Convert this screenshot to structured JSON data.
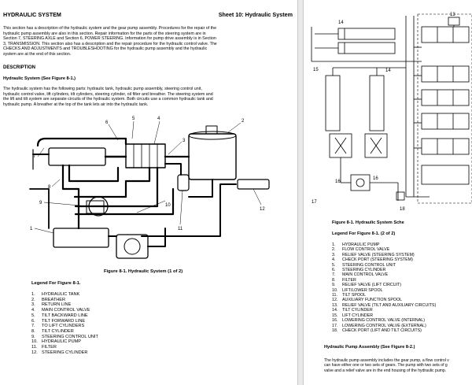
{
  "left_page": {
    "header_left": "HYDRAULIC SYSTEM",
    "header_right": "Sheet 10: Hydraulic System",
    "intro": [
      "This section has a description of the hydraulic system and the gear pump assembly. Procedures for the repair of the",
      "hydraulic pump assembly are also in this section. Repair information for the parts of the steering system are in",
      "Section 7, STEERING AXLE and Section 6, POWER STEERING. Information for pump drive assembly is in Section",
      "3, TRANSMISSION. This section also has a description and the repair procedure for the hydraulic control valve. The",
      "CHECKS AND ADJUSTMENTS and TROUBLESHOOTING for the hydraulic pump assembly and the hydraulic",
      "system are at the end of this section."
    ],
    "description_heading": "DESCRIPTION",
    "sub_heading": "Hydraulic System (See Figure 8-1.)",
    "desc": [
      "The hydraulic system has the following parts: hydraulic tank, hydraulic pump assembly, steering control unit,",
      "hydraulic control valve, lift cylinders, tilt cylinders, steering cylinder, oil filter and breather. The steering system and",
      "the lift and tilt system are separate circuits of the hydraulic system. Both circuits use a common hydraulic tank and",
      "hydraulic pump. A breather at the top of the tank lets air into the hydraulic tank."
    ],
    "callouts": [
      "1",
      "2",
      "3",
      "4",
      "5",
      "6",
      "7",
      "8",
      "9",
      "10",
      "11",
      "12"
    ],
    "figure_caption": "Figure 8-1. Hydraulic System (1 of 2)",
    "legend_title": "Legend For Figure 8-1.",
    "legend": [
      {
        "n": "1.",
        "t": "HYDRAULIC TANK"
      },
      {
        "n": "2.",
        "t": "BREATHER"
      },
      {
        "n": "3.",
        "t": "RETURN LINE"
      },
      {
        "n": "4.",
        "t": "MAIN CONTROL VALVE"
      },
      {
        "n": "5.",
        "t": "TILT BACKWARD LINE"
      },
      {
        "n": "6.",
        "t": "TILT FORWARD LINE"
      },
      {
        "n": "7.",
        "t": "TO LIFT CYLINDERS"
      },
      {
        "n": "8.",
        "t": "TILT CYLINDER"
      },
      {
        "n": "9.",
        "t": "STEERING CONTROL UNIT"
      },
      {
        "n": "10.",
        "t": "HYDRAULIC PUMP"
      },
      {
        "n": "11.",
        "t": "FILTER"
      },
      {
        "n": "12.",
        "t": "STEERING CYLINDER"
      }
    ]
  },
  "right_page": {
    "callouts": [
      "14",
      "13",
      "15",
      "14",
      "16",
      "16",
      "17",
      "18"
    ],
    "figure_caption": "Figure 8-1. Hydraulic System Sche",
    "legend_title": "Legend For Figure 8-1. (2 of 2)",
    "legend": [
      {
        "n": "1.",
        "t": "HYDRAULIC PUMP"
      },
      {
        "n": "2.",
        "t": "FLOW CONTROL VALVE"
      },
      {
        "n": "3.",
        "t": "RELIEF VALVE (STEERING SYSTEM)"
      },
      {
        "n": "4.",
        "t": "CHECK PORT (STEERING SYSTEM)"
      },
      {
        "n": "5.",
        "t": "STEERING CONTROL UNIT"
      },
      {
        "n": "6.",
        "t": "STEERING CYLINDER"
      },
      {
        "n": "7.",
        "t": "MAIN CONTROL VALVE"
      },
      {
        "n": "8.",
        "t": "FILTER"
      },
      {
        "n": "9.",
        "t": "RELIEF VALVE (LIFT CIRCUIT)"
      },
      {
        "n": "10.",
        "t": "LIFT/LOWER SPOOL"
      },
      {
        "n": "11.",
        "t": "TILT SPOOL"
      },
      {
        "n": "12.",
        "t": "AUXILIARY FUNCTION SPOOL"
      },
      {
        "n": "13.",
        "t": "RELIEF VALVE (TILT AND AUXILIARY CIRCUITS)"
      },
      {
        "n": "14.",
        "t": "TILT CYLINDER"
      },
      {
        "n": "15.",
        "t": "LIFT CYLINDER"
      },
      {
        "n": "16.",
        "t": "LOWERING CONTROL VALVE (INTERNAL)"
      },
      {
        "n": "17.",
        "t": "LOWERING CONTROL VALVE (EXTERNAL)"
      },
      {
        "n": "18.",
        "t": "CHECK PORT (LIFT AND TILT CIRCUITS)"
      }
    ],
    "pump_heading": "Hydraulic Pump Assembly (See Figure 8-2.)",
    "pump_text": [
      "The hydraulic pump assembly includes the gear pump, a flow control v",
      "can have either one or two sets of gears. The pump with two sets of g",
      "valve and a relief valve are in the end housing of the hydraulic pump."
    ]
  }
}
